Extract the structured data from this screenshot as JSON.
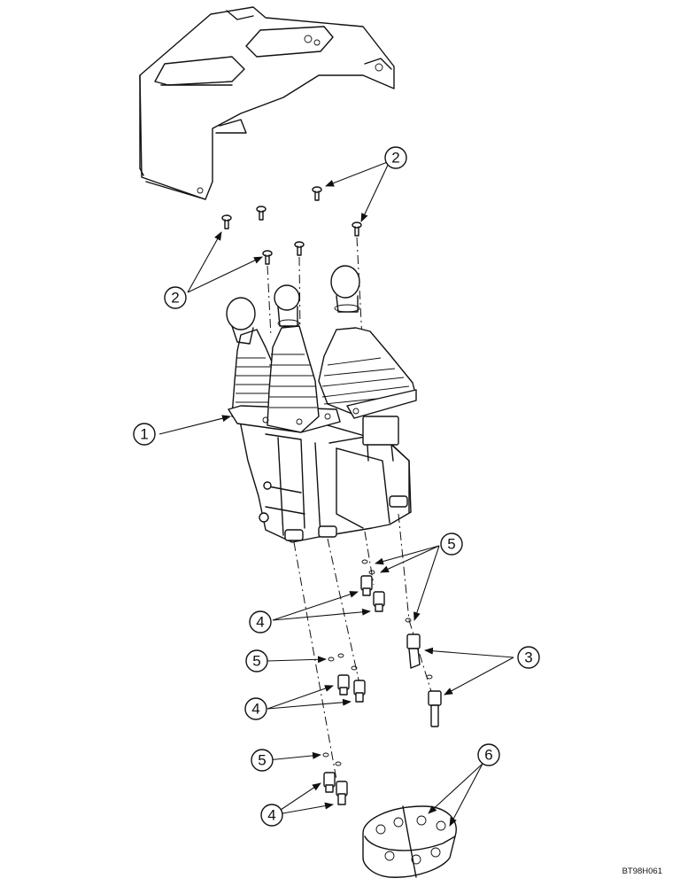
{
  "figure": {
    "reference_code": "BT98H061"
  },
  "callouts": [
    {
      "id": "c2a",
      "label": "2"
    },
    {
      "id": "c2b",
      "label": "2"
    },
    {
      "id": "c1",
      "label": "1"
    },
    {
      "id": "c5a",
      "label": "5"
    },
    {
      "id": "c4a",
      "label": "4"
    },
    {
      "id": "c3",
      "label": "3"
    },
    {
      "id": "c5b",
      "label": "5"
    },
    {
      "id": "c4b",
      "label": "4"
    },
    {
      "id": "c5c",
      "label": "5"
    },
    {
      "id": "c4c",
      "label": "4"
    },
    {
      "id": "c6",
      "label": "6"
    }
  ]
}
